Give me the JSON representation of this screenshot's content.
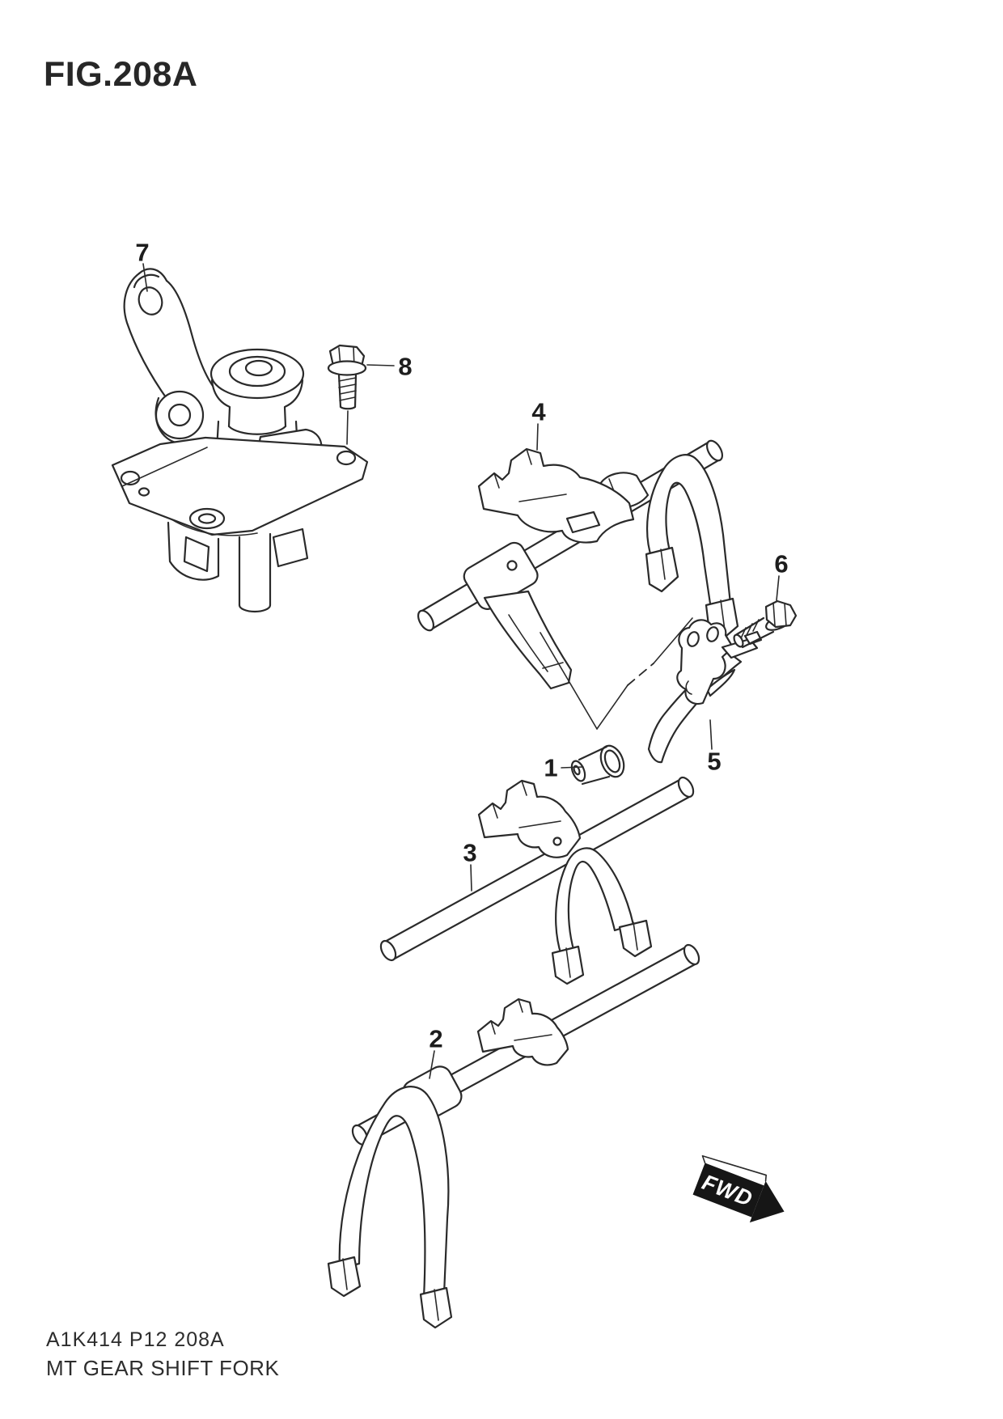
{
  "page": {
    "background": "#ffffff",
    "line_color": "#2a2a2a"
  },
  "header": {
    "figure_title": "FIG.208A"
  },
  "parts": [
    {
      "number": "1"
    },
    {
      "number": "2"
    },
    {
      "number": "3"
    },
    {
      "number": "4"
    },
    {
      "number": "5"
    },
    {
      "number": "6"
    },
    {
      "number": "7"
    },
    {
      "number": "8"
    }
  ],
  "fwd_arrow": {
    "label": "FWD",
    "fill": "#161616",
    "text_color": "#ffffff"
  },
  "footer": {
    "catalog_code": "A1K414 P12 208A",
    "figure_name": "MT GEAR SHIFT FORK"
  }
}
